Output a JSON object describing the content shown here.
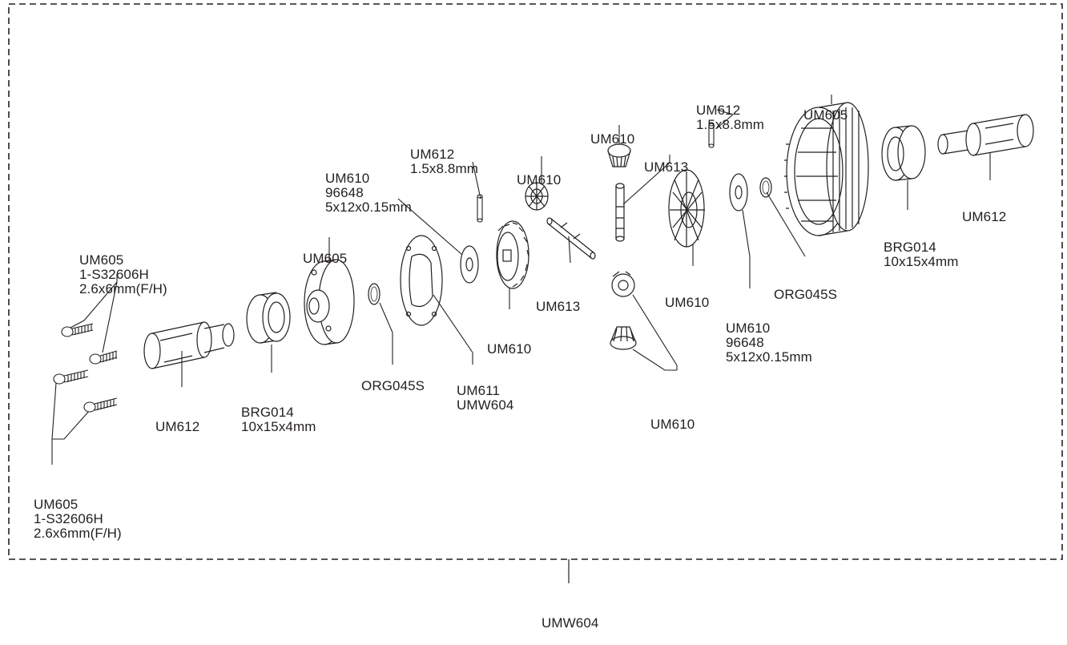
{
  "assembly": {
    "code": "UMW604"
  },
  "labels": {
    "screws_top": [
      "UM605",
      "1-S32606H",
      "2.6x6mm(F/H)"
    ],
    "screws_bottom": [
      "UM605",
      "1-S32606H",
      "2.6x6mm(F/H)"
    ],
    "outdrive_left": [
      "UM612"
    ],
    "bearing_left": [
      "BRG014",
      "10x15x4mm"
    ],
    "housing_left": [
      "UM605"
    ],
    "oring_left": [
      "ORG045S"
    ],
    "gasket": [
      "UM611",
      "UMW604"
    ],
    "shim_left": [
      "UM610",
      "96648",
      "5x12x0.15mm"
    ],
    "pin_left": [
      "UM612",
      "1.5x8.8mm"
    ],
    "ring_gear_left": [
      "UM610"
    ],
    "spider_gear_top_left": [
      "UM610"
    ],
    "cross_shaft_left": [
      "UM613"
    ],
    "spider_gear_top": [
      "UM610"
    ],
    "cross_shaft_right": [
      "UM613"
    ],
    "spider_gears_bottom": [
      "UM610"
    ],
    "ring_gear_right": [
      "UM610"
    ],
    "shim_right": [
      "UM610",
      "96648",
      "5x12x0.15mm"
    ],
    "oring_right": [
      "ORG045S"
    ],
    "pin_right": [
      "UM612",
      "1.5x8.8mm"
    ],
    "housing_right": [
      "UM605"
    ],
    "bearing_right": [
      "BRG014",
      "10x15x4mm"
    ],
    "outdrive_right": [
      "UM612"
    ]
  }
}
